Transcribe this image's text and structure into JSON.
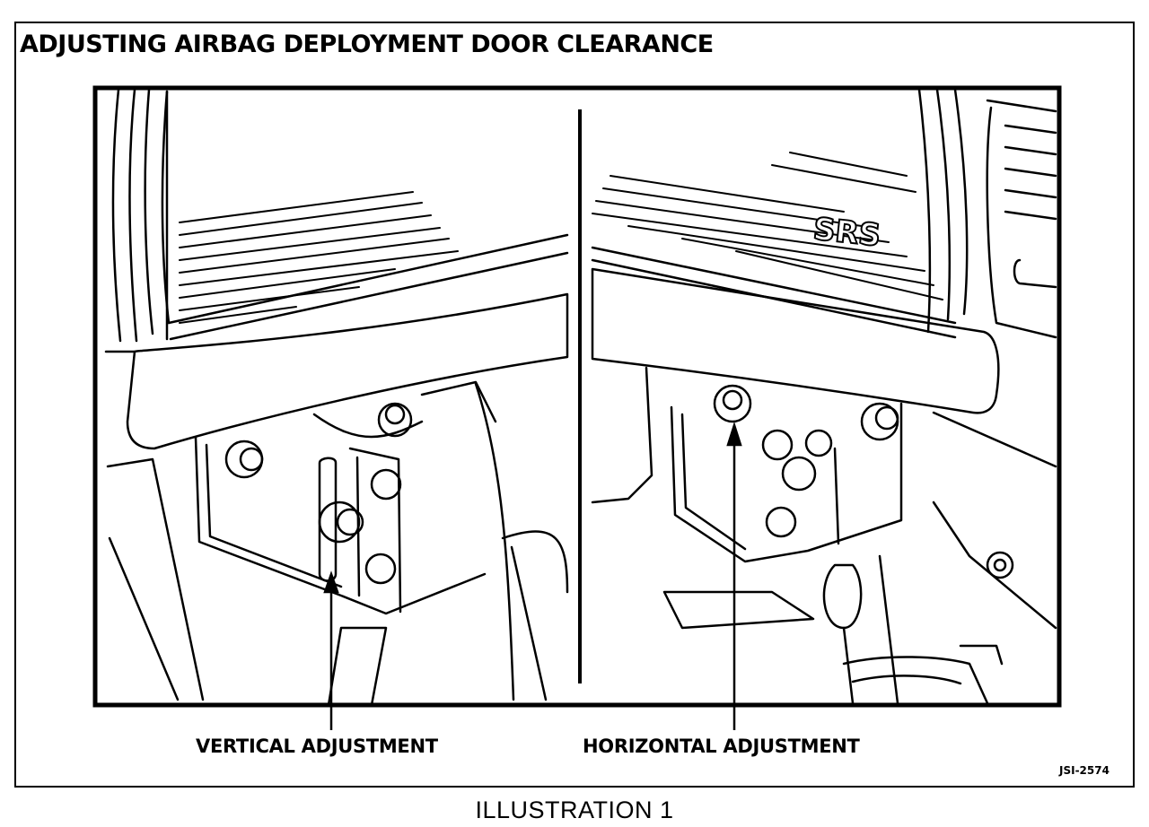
{
  "title": "ADJUSTING AIRBAG DEPLOYMENT DOOR CLEARANCE",
  "left_panel": {
    "callout": "VERTICAL ADJUSTMENT"
  },
  "right_panel": {
    "callout": "HORIZONTAL ADJUSTMENT",
    "emblem_text": "SRS"
  },
  "figure_code": "JSI-2574",
  "caption": "ILLUSTRATION 1",
  "colors": {
    "ink": "#000000",
    "paper": "#ffffff"
  }
}
